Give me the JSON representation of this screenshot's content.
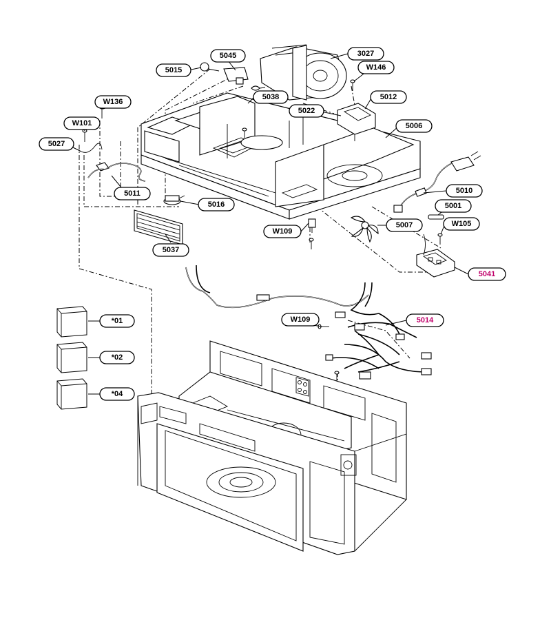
{
  "callouts": {
    "p5045": "5045",
    "p3027": "3027",
    "p5015": "5015",
    "pW146": "W146",
    "p5038": "5038",
    "p5012": "5012",
    "pW136": "W136",
    "p5022": "5022",
    "pW101": "W101",
    "p5006": "5006",
    "p5027": "5027",
    "p5011": "5011",
    "p5016": "5016",
    "p5010": "5010",
    "p5001": "5001",
    "pW105": "W105",
    "p5007": "5007",
    "pW109a": "W109",
    "p5037": "5037",
    "p5041": "5041",
    "pW109b": "W109",
    "p5014": "5014",
    "p01": "*01",
    "p02": "*02",
    "p04": "*04"
  },
  "colors": {
    "line": "#000000",
    "highlight": "#c0006a",
    "background": "#ffffff"
  }
}
